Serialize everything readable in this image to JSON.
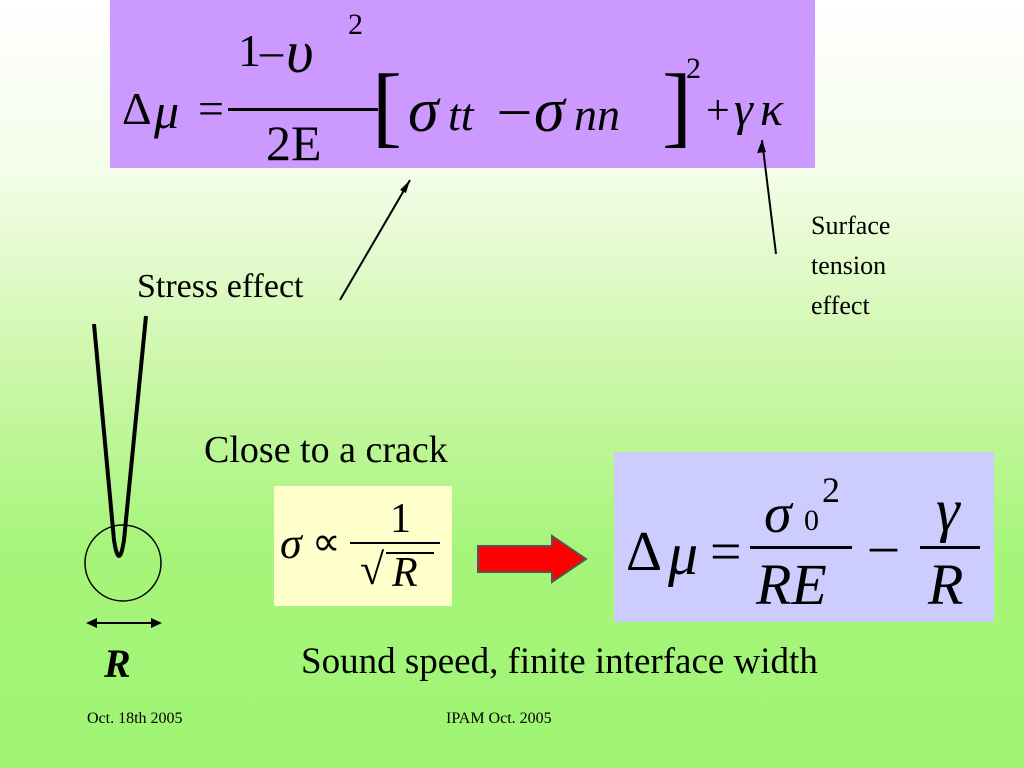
{
  "labels": {
    "stress": "Stress effect",
    "surface": "Surface tension effect",
    "crack": "Close to a crack",
    "sound": "Sound speed, finite interface width",
    "radius_symbol": "R"
  },
  "equations": {
    "main": {
      "delta": "Δ",
      "mu": "μ",
      "equals": "=",
      "num_one": "1",
      "num_minus": "–",
      "num_nu": "υ",
      "num_exp": "2",
      "den": "2E",
      "bracket_open": "[",
      "sigma_tt": "σ",
      "tt": "tt",
      "minus": "–",
      "sigma_nn": "σ",
      "nn": "nn",
      "bracket_close": "]",
      "bracket_exp": "2",
      "plus": "+",
      "gamma": "γ",
      "kappa": "κ"
    },
    "crack": {
      "sigma": "σ",
      "propto": "∝",
      "num": "1",
      "sqrt": "√",
      "den": "R"
    },
    "result": {
      "delta": "Δ",
      "mu": "μ",
      "equals": "=",
      "sigma": "σ",
      "sub0": "0",
      "exp": "2",
      "den1": "RE",
      "minus": "–",
      "gamma": "γ",
      "den2": "R"
    }
  },
  "footer": {
    "date": "Oct. 18th 2005",
    "center": "IPAM Oct. 2005"
  },
  "colors": {
    "eq1_bg": "#cc99ff",
    "eq2_bg": "#ffffcc",
    "eq3_bg": "#ccccff",
    "arrow": "#ff0000"
  }
}
